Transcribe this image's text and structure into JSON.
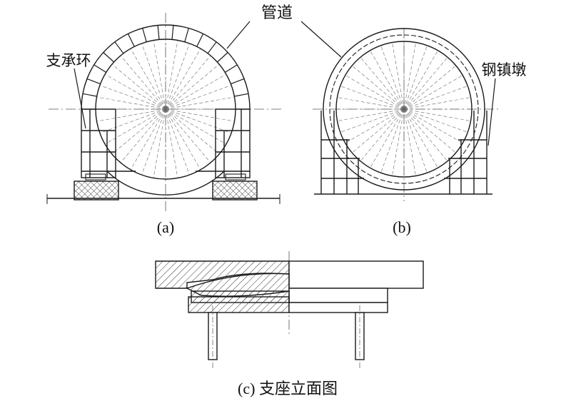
{
  "labels": {
    "pipe": "管道",
    "support_ring": "支承环",
    "anchor_pier": "钢镇墩"
  },
  "captions": {
    "a": "(a)",
    "b": "(b)",
    "c": "(c) 支座立面图"
  },
  "colors": {
    "line": "#1a1a1a",
    "centerline": "#555555",
    "hatch": "#333333"
  }
}
